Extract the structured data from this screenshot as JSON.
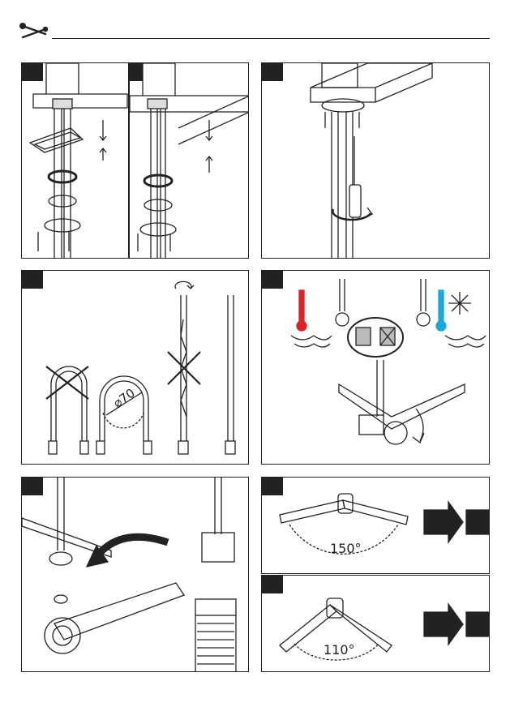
{
  "header": {
    "icon": "wrench-screwdriver-icon"
  },
  "panels": {
    "p4": {
      "angle_label": "⌀70"
    },
    "p7a": {
      "angle_label": "150°"
    },
    "p7b": {
      "angle_label": "110°"
    }
  },
  "colors": {
    "hot": "#d8242a",
    "cold": "#1ca6d9",
    "ink": "#222222"
  }
}
